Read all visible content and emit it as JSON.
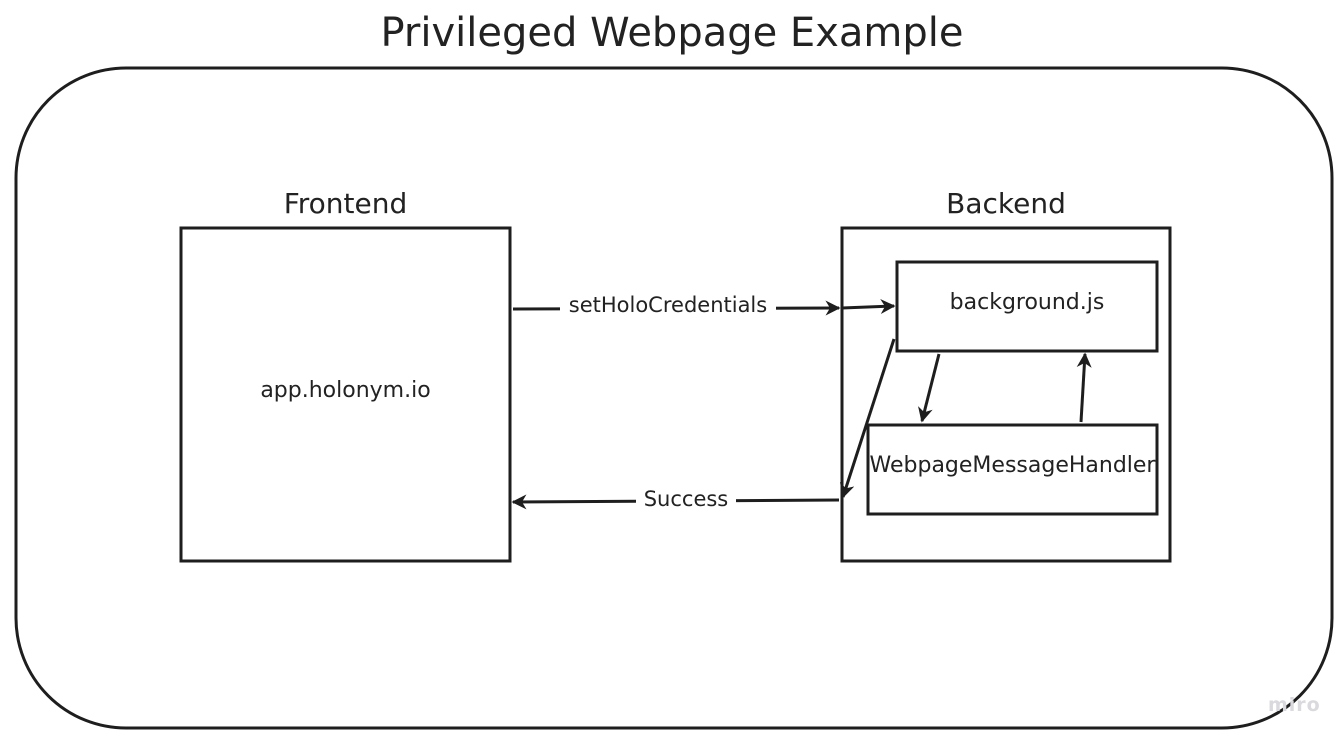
{
  "title": "Privileged Webpage Example",
  "frontend": {
    "heading": "Frontend",
    "box_label": "app.holonym.io"
  },
  "backend": {
    "heading": "Backend",
    "background_label": "background.js",
    "handler_label": "WebpageMessageHandler"
  },
  "arrows": {
    "request_label": "setHoloCredentials",
    "response_label": "Success"
  },
  "watermark": "miro",
  "colors": {
    "stroke": "#1e1e1e",
    "text": "#222222",
    "background": "#ffffff"
  }
}
